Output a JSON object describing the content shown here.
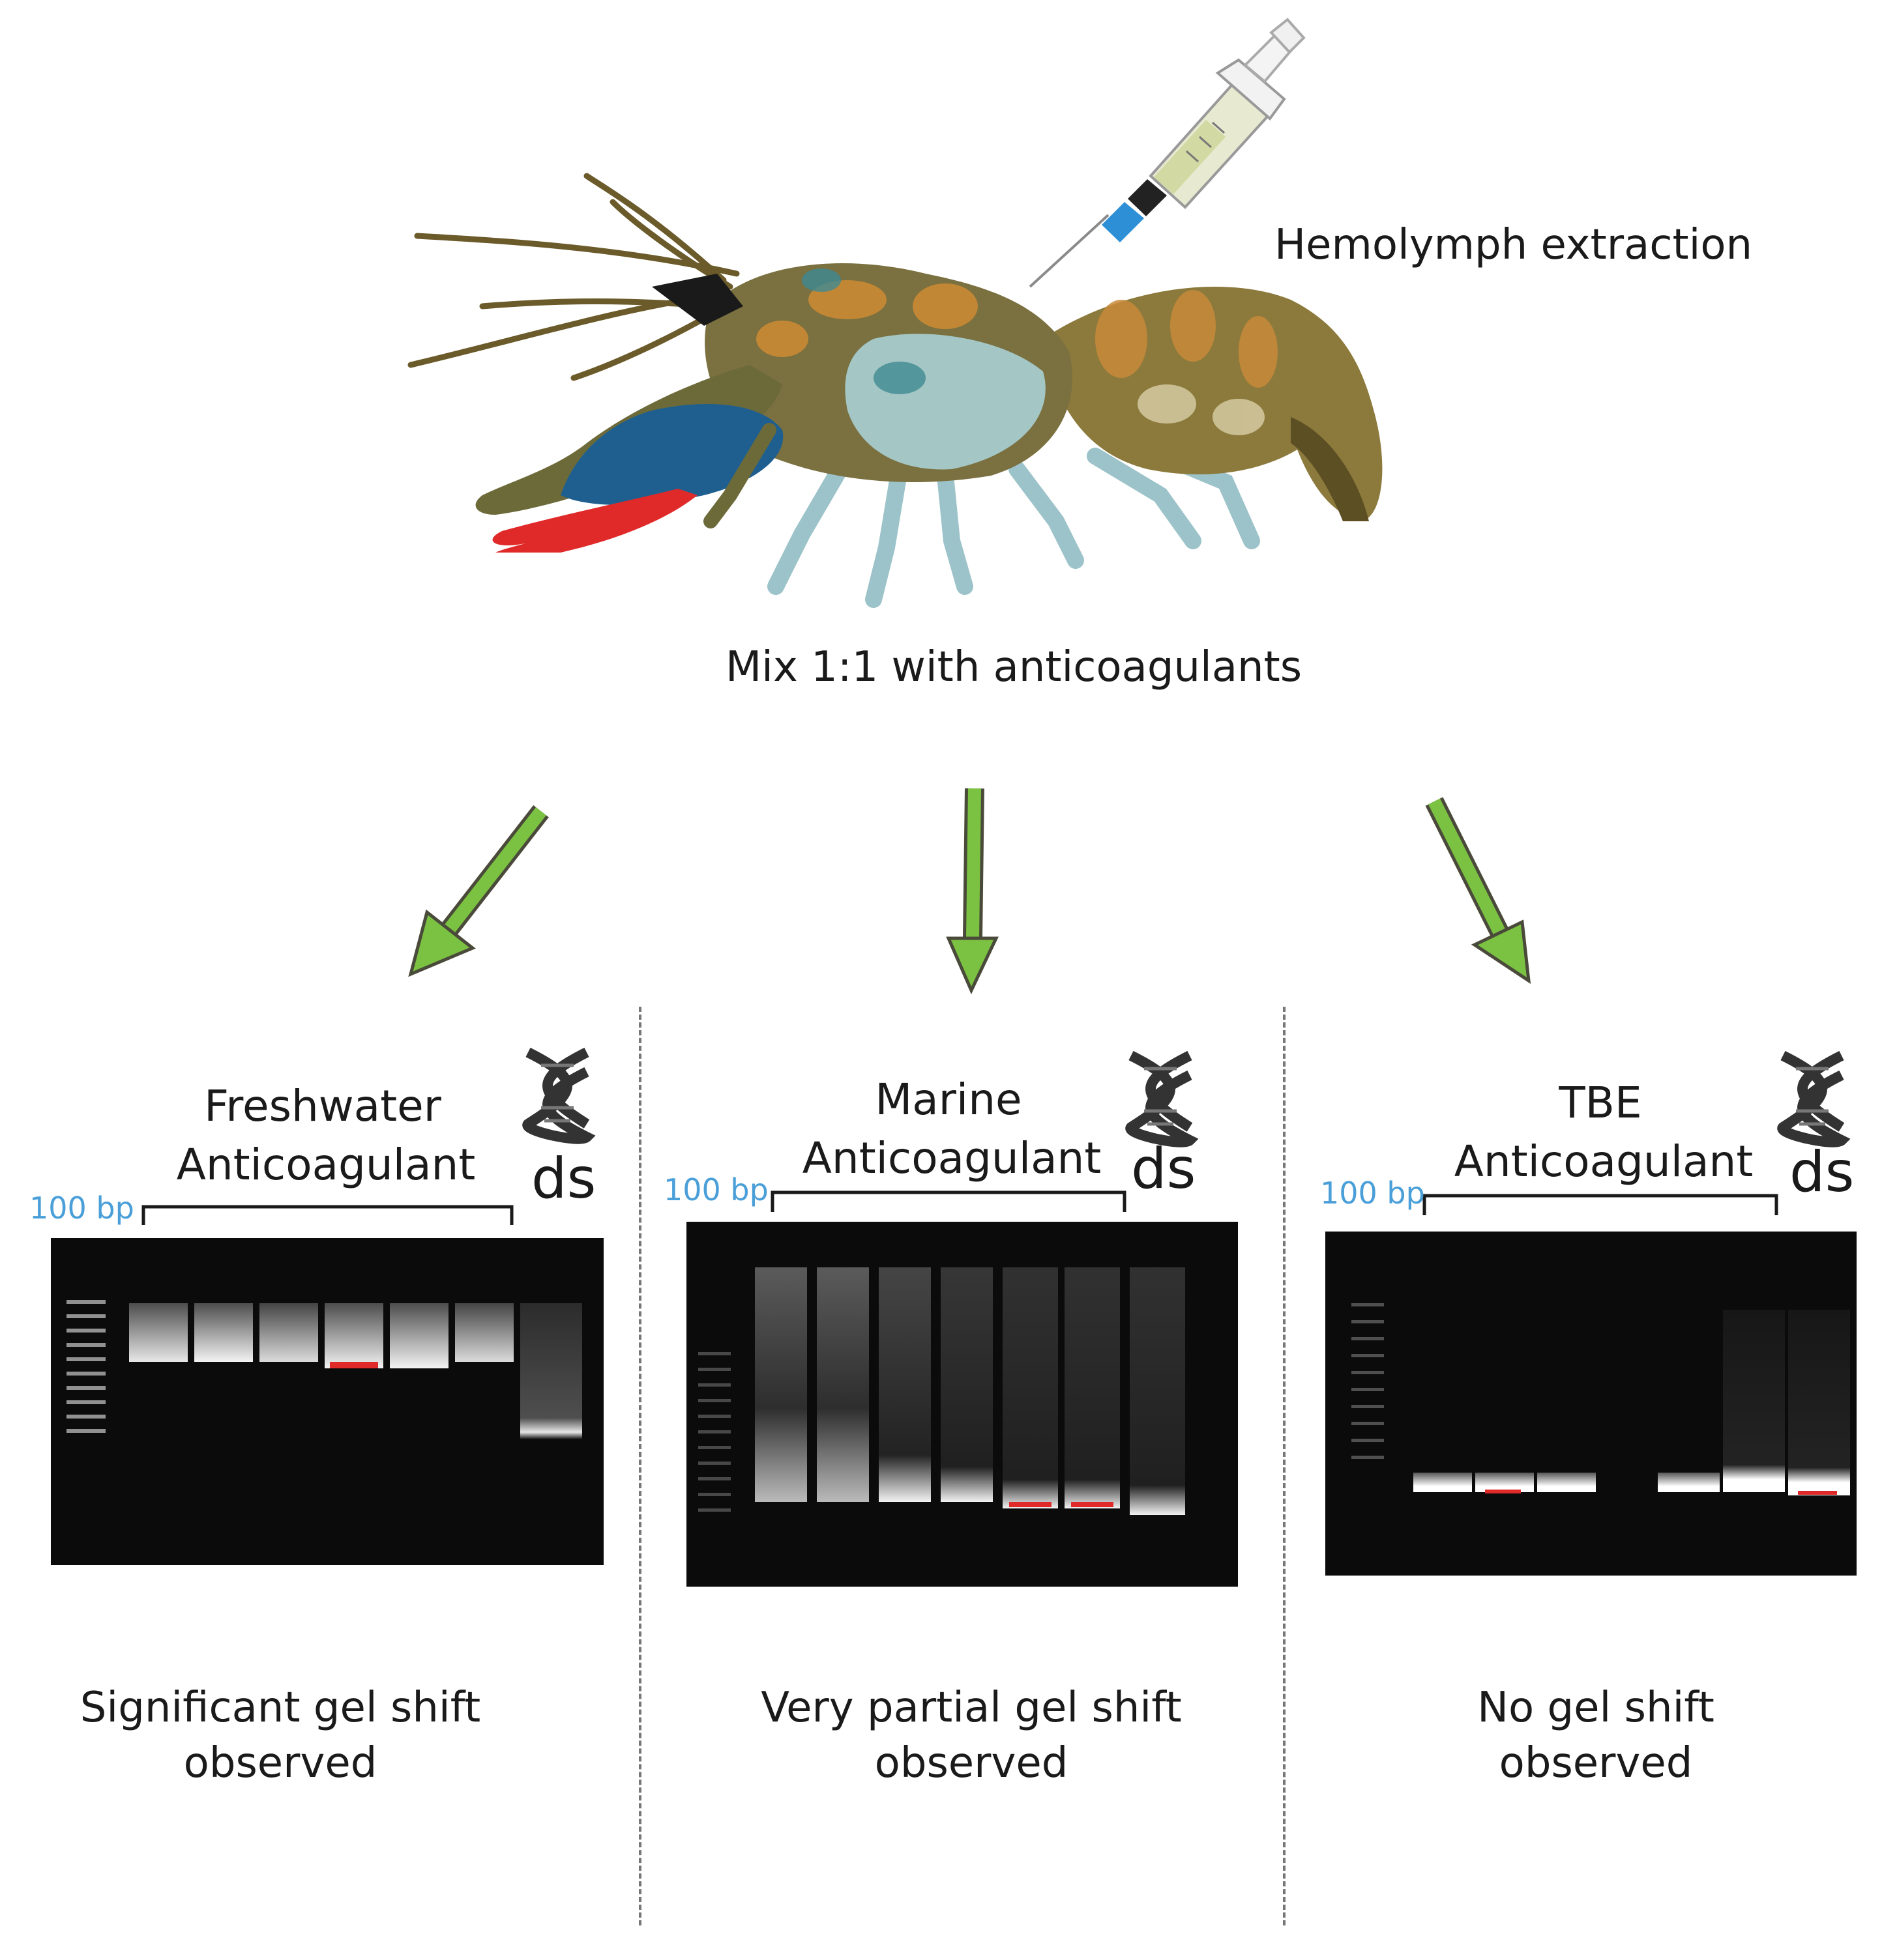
{
  "labels": {
    "hemolymph": "Hemolymph extraction",
    "mix": "Mix 1:1 with anticoagulants"
  },
  "panels": [
    {
      "title_line1": "Freshwater",
      "title_line2": "Anticoagulant",
      "marker": "100 bp",
      "ds": "ds",
      "result_line1": "Significant gel shift",
      "result_line2": "observed"
    },
    {
      "title_line1": "Marine",
      "title_line2": "Anticoagulant",
      "marker": "100 bp",
      "ds": "ds",
      "result_line1": "Very partial gel shift",
      "result_line2": "observed"
    },
    {
      "title_line1": "TBE",
      "title_line2": "Anticoagulant",
      "marker": "100 bp",
      "ds": "ds",
      "result_line1": "No gel shift",
      "result_line2": "observed"
    }
  ],
  "colors": {
    "arrow": "#7cc242",
    "marker_text": "#4a9fd8",
    "claw_red": "#e02a2a",
    "claw_blue": "#1e5f8f"
  },
  "icons": [
    "crayfish-illustration",
    "syringe-icon",
    "dna-helix-icon",
    "arrow-down-left-icon",
    "arrow-down-icon",
    "arrow-down-right-icon"
  ]
}
